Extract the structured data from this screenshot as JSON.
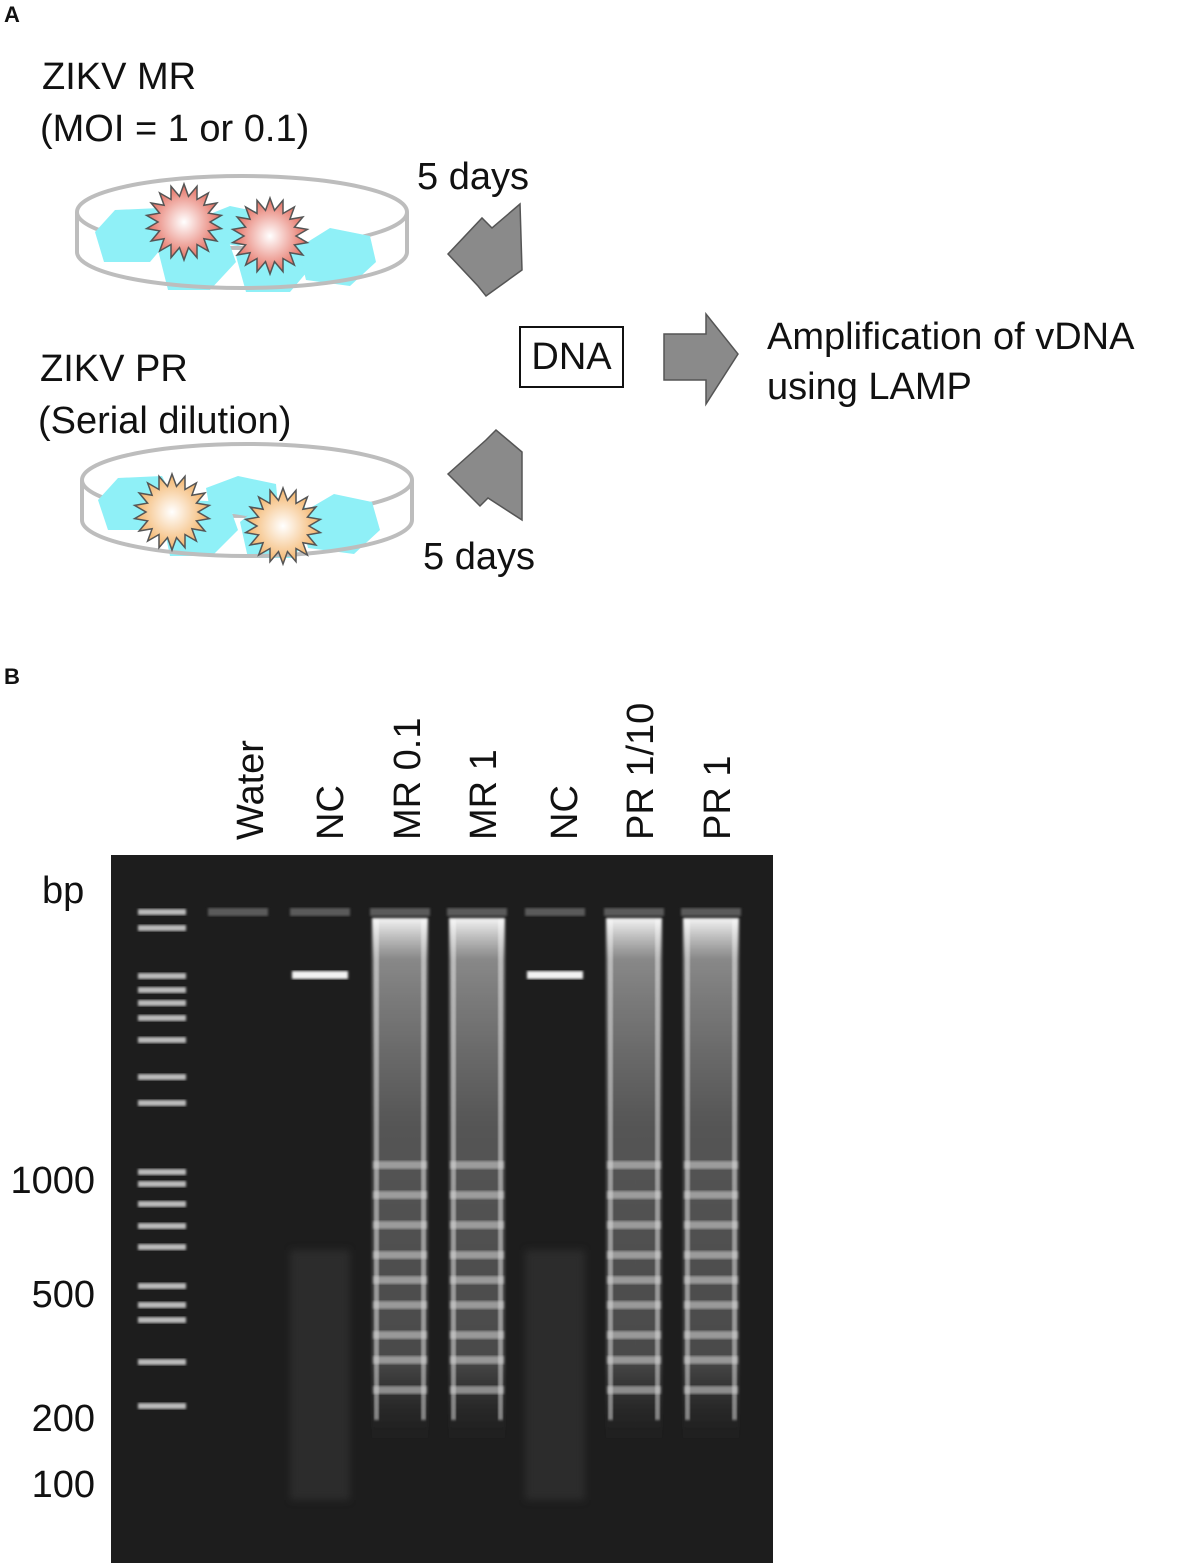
{
  "panel_a": {
    "letter": "A",
    "mr_title": "ZIKV MR",
    "mr_subtitle": "(MOI = 1 or 0.1)",
    "pr_title": "ZIKV PR",
    "pr_subtitle": "(Serial dilution)",
    "arrow_top_label": "5 days",
    "arrow_bottom_label": "5 days",
    "dna_box": "DNA",
    "result_line1": "Amplification of vDNA",
    "result_line2": "using  LAMP",
    "colors": {
      "cells": "#8ff0f7",
      "mr_virus": "#e46d5f",
      "pr_virus": "#f3b266",
      "arrow": "#8a8a8a",
      "dish": "#bdbdbd"
    }
  },
  "panel_b": {
    "letter": "B",
    "lane_labels": [
      "Water",
      "NC",
      "MR 0.1",
      "MR 1",
      "NC",
      "PR 1/10",
      "PR 1"
    ],
    "size_unit": "bp",
    "size_markers": [
      "1000",
      "500",
      "200",
      "100"
    ],
    "lanes": [
      {
        "name": "Water",
        "type": "empty"
      },
      {
        "name": "NC",
        "type": "single_band"
      },
      {
        "name": "MR 0.1",
        "type": "ladder_smear"
      },
      {
        "name": "MR 1",
        "type": "ladder_smear"
      },
      {
        "name": "NC",
        "type": "single_band"
      },
      {
        "name": "PR 1/10",
        "type": "ladder_smear"
      },
      {
        "name": "PR 1",
        "type": "ladder_smear"
      }
    ]
  }
}
